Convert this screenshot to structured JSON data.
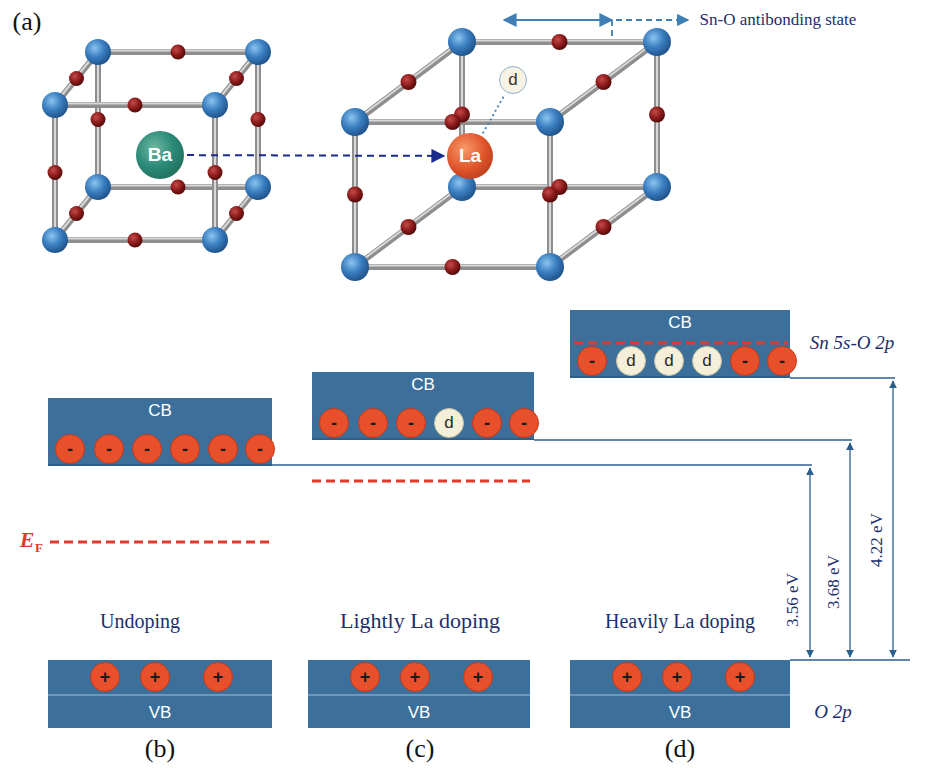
{
  "diagram": {
    "nodes": [
      {
        "text": [
          "Ba"
        ]
      },
      {
        "text": [
          "La"
        ]
      },
      {
        "text": [
          "d"
        ]
      },
      {
        "text": [
          "CB"
        ]
      },
      {
        "text": [
          "-"
        ],
        "in": 3
      },
      {
        "text": [
          "-"
        ],
        "in": 3
      },
      {
        "text": [
          "-"
        ],
        "in": 3
      },
      {
        "text": [
          "-"
        ],
        "in": 3
      },
      {
        "text": [
          "-"
        ],
        "in": 3
      },
      {
        "text": [
          "-"
        ],
        "in": 3
      },
      {
        "text": [
          "CB"
        ]
      },
      {
        "text": [
          "-"
        ],
        "in": 10
      },
      {
        "text": [
          "-"
        ],
        "in": 10
      },
      {
        "text": [
          "-"
        ],
        "in": 10
      },
      {
        "text": [
          "d"
        ],
        "in": 10
      },
      {
        "text": [
          "-"
        ],
        "in": 10
      },
      {
        "text": [
          "-"
        ],
        "in": 10
      },
      {
        "text": [
          "CB"
        ]
      },
      {
        "text": [
          "-"
        ],
        "in": 17
      },
      {
        "text": [
          "d"
        ],
        "in": 17
      },
      {
        "text": [
          "d"
        ],
        "in": 17
      },
      {
        "text": [
          "d"
        ],
        "in": 17
      },
      {
        "text": [
          "-"
        ],
        "in": 17
      },
      {
        "text": [
          "-"
        ],
        "in": 17
      },
      {
        "text": [
          "VB"
        ]
      },
      {
        "text": [
          "+"
        ],
        "in": 24
      },
      {
        "text": [
          "+"
        ],
        "in": 24
      },
      {
        "text": [
          "+"
        ],
        "in": 24
      },
      {
        "text": [
          "VB"
        ]
      },
      {
        "text": [
          "+"
        ],
        "in": 28
      },
      {
        "text": [
          "+"
        ],
        "in": 28
      },
      {
        "text": [
          "+"
        ],
        "in": 28
      },
      {
        "text": [
          "VB"
        ]
      },
      {
        "text": [
          "+"
        ],
        "in": 32
      },
      {
        "text": [
          "+"
        ],
        "in": 32
      },
      {
        "text": [
          "+"
        ],
        "in": 32
      }
    ],
    "edges": [
      {
        "from": 0,
        "to": 1,
        "arrow": "to"
      },
      {
        "from": 1,
        "to": 2,
        "arrow": "none"
      }
    ],
    "labels": [
      "(a)",
      "Sn-O antibonding state",
      "E",
      "F",
      "Undoping",
      "Lightly La doping",
      "Heavily La doping",
      "Sn 5s-O 2p",
      "O 2p",
      "3.56 eV",
      "3.68 eV",
      "4.22 eV",
      "(b)",
      "(c)",
      "(d)"
    ]
  }
}
